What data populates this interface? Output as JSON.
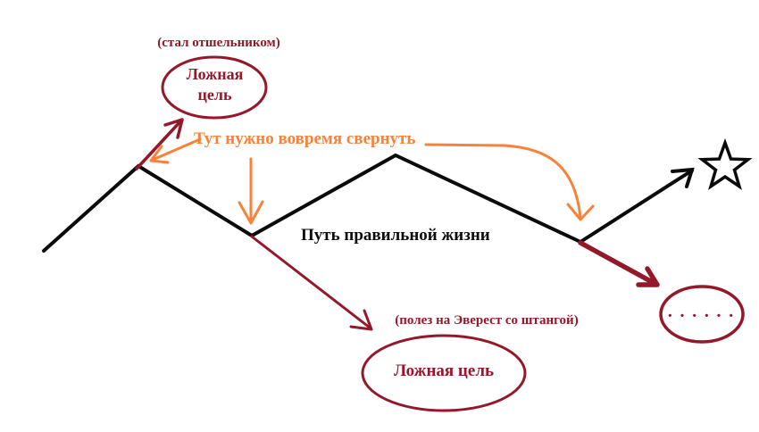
{
  "colors": {
    "background": "#ffffff",
    "path_black": "#0b0b0b",
    "accent_dark_red": "#93192a",
    "accent_orange": "#f9823b"
  },
  "diagram": {
    "path_label": "Путь правильной жизни",
    "instruction": "Тут нужно вовремя свернуть",
    "hermit_note": "(стал отшельником)",
    "everest_note": "(полез на Эверест со штангой)",
    "false_goal_top": {
      "line1": "Ложная",
      "line2": "цель"
    },
    "false_goal_bottom": "Ложная цель",
    "unknown_goal_dots": "· · · · · ·"
  }
}
